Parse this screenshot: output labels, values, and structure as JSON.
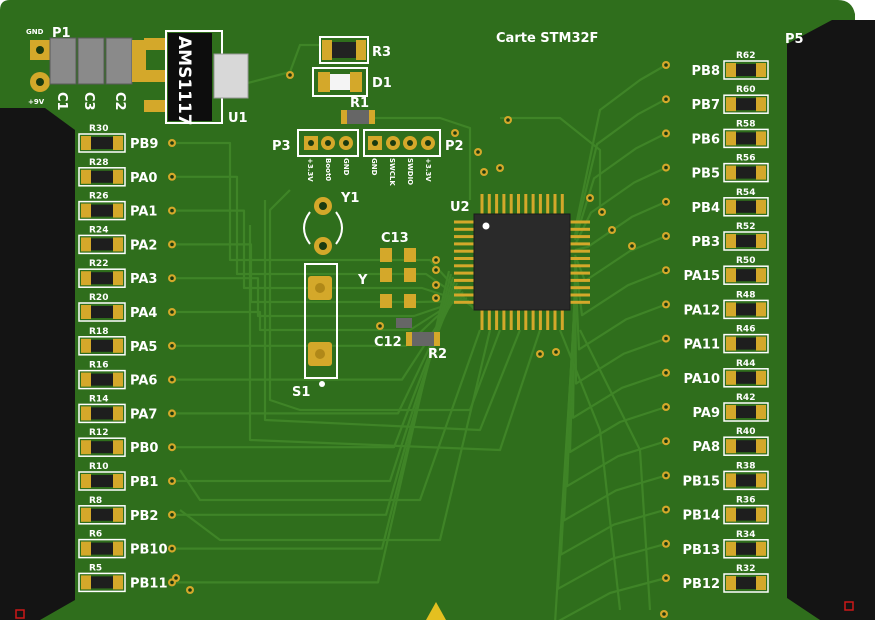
{
  "board_title": "Carte STM32F",
  "colors": {
    "pcb": "#2f6e1c",
    "trace": "#3e8226",
    "gold": "#d4a82a",
    "silk": "#ffffff",
    "header": "#141414"
  },
  "power": {
    "p1": "P1",
    "gnd_label": "GND",
    "vin_label": "+9V",
    "c1": "C1",
    "c3": "C3",
    "c2": "C2",
    "reg_part": "AMS1117",
    "u1": "U1"
  },
  "top": {
    "r3": "R3",
    "d1": "D1",
    "r1": "R1",
    "p3": "P3",
    "p2": "P2",
    "p3_pins": [
      "+3.3V",
      "Boot0",
      "GND"
    ],
    "p2_pins": [
      "GND",
      "SWCLK",
      "SWDIO",
      "+3.3V"
    ]
  },
  "center": {
    "y1": "Y1",
    "u2": "U2",
    "c13": "C13",
    "y": "Y",
    "c12": "C12",
    "r2": "R2",
    "s1": "S1",
    "p5": "P5"
  },
  "left_column": [
    {
      "ref": "R30",
      "pin": "PB9"
    },
    {
      "ref": "R28",
      "pin": "PA0"
    },
    {
      "ref": "R26",
      "pin": "PA1"
    },
    {
      "ref": "R24",
      "pin": "PA2"
    },
    {
      "ref": "R22",
      "pin": "PA3"
    },
    {
      "ref": "R20",
      "pin": "PA4"
    },
    {
      "ref": "R18",
      "pin": "PA5"
    },
    {
      "ref": "R16",
      "pin": "PA6"
    },
    {
      "ref": "R14",
      "pin": "PA7"
    },
    {
      "ref": "R12",
      "pin": "PB0"
    },
    {
      "ref": "R10",
      "pin": "PB1"
    },
    {
      "ref": "R8",
      "pin": "PB2"
    },
    {
      "ref": "R6",
      "pin": "PB10"
    },
    {
      "ref": "R5",
      "pin": "PB11"
    }
  ],
  "right_column": [
    {
      "ref": "R62",
      "pin": "PB8"
    },
    {
      "ref": "R60",
      "pin": "PB7"
    },
    {
      "ref": "R58",
      "pin": "PB6"
    },
    {
      "ref": "R56",
      "pin": "PB5"
    },
    {
      "ref": "R54",
      "pin": "PB4"
    },
    {
      "ref": "R52",
      "pin": "PB3"
    },
    {
      "ref": "R50",
      "pin": "PA15"
    },
    {
      "ref": "R48",
      "pin": "PA12"
    },
    {
      "ref": "R46",
      "pin": "PA11"
    },
    {
      "ref": "R44",
      "pin": "PA10"
    },
    {
      "ref": "R42",
      "pin": "PA9"
    },
    {
      "ref": "R40",
      "pin": "PA8"
    },
    {
      "ref": "R38",
      "pin": "PB15"
    },
    {
      "ref": "R36",
      "pin": "PB14"
    },
    {
      "ref": "R34",
      "pin": "PB13"
    },
    {
      "ref": "R32",
      "pin": "PB12"
    }
  ]
}
